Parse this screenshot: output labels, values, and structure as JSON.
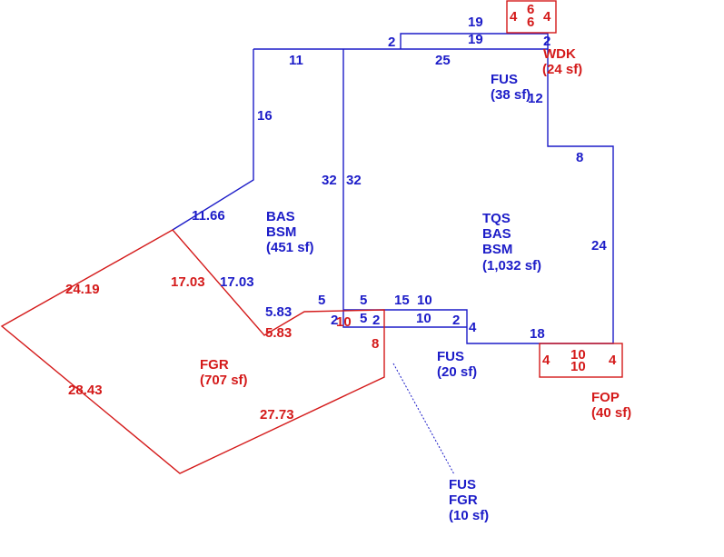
{
  "colors": {
    "living": "#1c1cc8",
    "other": "#d41a1a"
  },
  "areas": {
    "wdk": {
      "code": "WDK",
      "area": "(24 sf)"
    },
    "fus_top": {
      "code": "FUS",
      "area": "(38 sf)"
    },
    "main": {
      "line1": "TQS",
      "line2": "BAS",
      "line3": "BSM",
      "area": "(1,032 sf)"
    },
    "bas": {
      "line1": "BAS",
      "line2": "BSM",
      "area": "(451 sf)"
    },
    "fgr": {
      "code": "FGR",
      "area": "(707 sf)"
    },
    "fus_mid": {
      "code": "FUS",
      "area": "(20 sf)"
    },
    "fop": {
      "code": "FOP",
      "area": "(40 sf)"
    },
    "fus_fgr": {
      "line1": "FUS",
      "line2": "FGR",
      "area": "(10 sf)"
    }
  },
  "dims": {
    "wdk_top": "6",
    "wdk_bot": "6",
    "wdk_left": "4",
    "wdk_right": "4",
    "fus_top_19a": "19",
    "fus_top_19b": "19",
    "fus_top_2l": "2",
    "fus_top_2r": "2",
    "bas_top": "11",
    "main_top": "25",
    "right_12": "12",
    "step_8": "8",
    "left_16": "16",
    "diag_1166": "11.66",
    "div_32a": "32",
    "div_32b": "32",
    "right_24": "24",
    "fgr_1703a": "17.03",
    "fgr_1703b": "17.03",
    "fgr_2419": "24.19",
    "fgr_2843": "28.43",
    "fgr_2773": "27.73",
    "fgr_8": "8",
    "fgr_583a": "5.83",
    "fgr_583b": "5.83",
    "bot_5a": "5",
    "bot_5b": "5",
    "bot_15": "15",
    "bot_10a": "10",
    "bot_10b": "10",
    "bot_2a": "2",
    "bot_10red": "10",
    "bot_5c": "5",
    "bot_2b": "2",
    "bot_2c": "2",
    "bot_4": "4",
    "bot_18": "18",
    "fop_10a": "10",
    "fop_10b": "10",
    "fop_4l": "4",
    "fop_4r": "4"
  }
}
